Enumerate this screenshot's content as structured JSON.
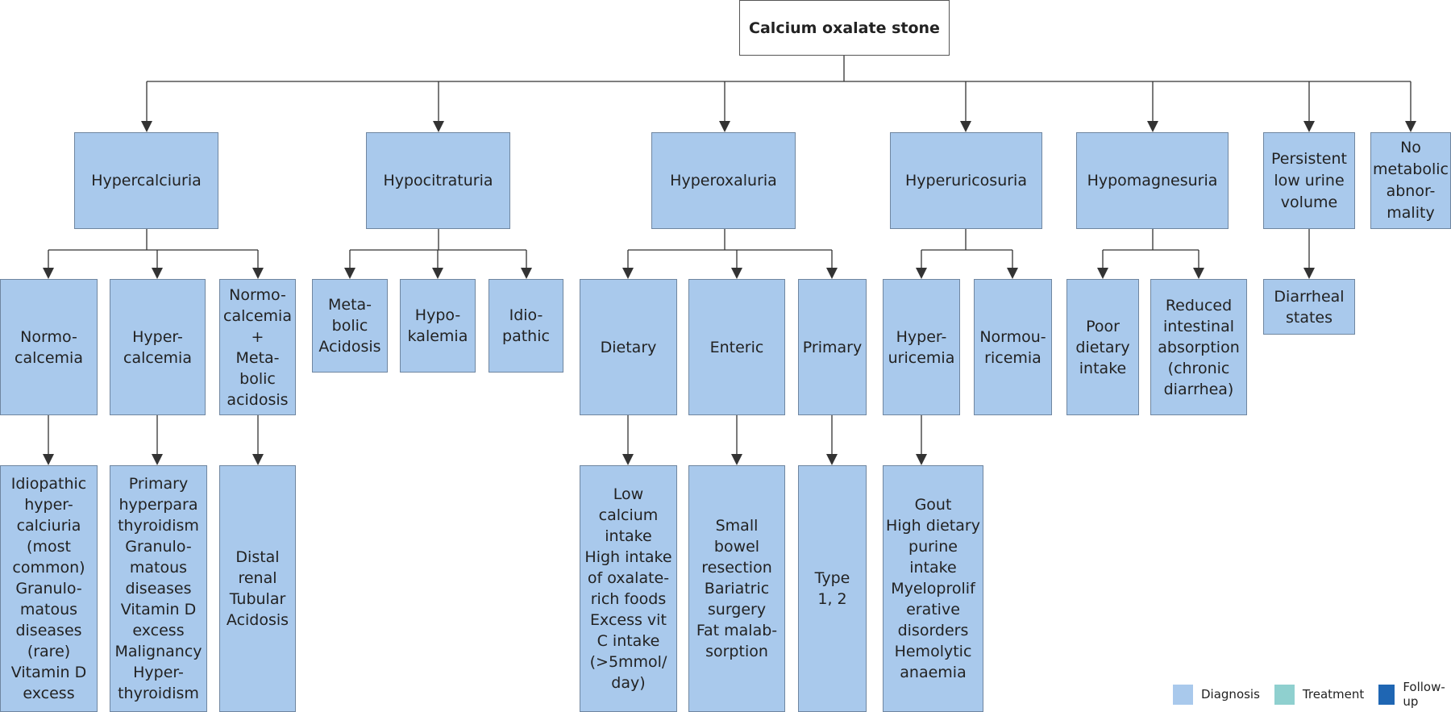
{
  "colors": {
    "diagnosis": "#a9c9ec",
    "treatment": "#8fd0cf",
    "follow_up": "#1f66b3",
    "edge": "#333333"
  },
  "root": "Calcium oxalate stone",
  "categories": {
    "hypercalciuria": "Hypercalciuria",
    "hypocitraturia": "Hypocitraturia",
    "hyperoxaluria": "Hyperoxaluria",
    "hyperuricosuria": "Hyperuricosuria",
    "hypomagnesuria": "Hypomagnesuria",
    "low_volume": "Persistent\nlow urine\nvolume",
    "no_abnormality": "No\nmetabolic\nabnor-\nmality"
  },
  "subtypes": {
    "normocalcemia": "Normo-\ncalcemia",
    "hypercalcemia": "Hyper-\ncalcemia",
    "normo_acidosis": "Normo-\ncalcemia\n+\nMeta-\nbolic\nacidosis",
    "metabolic_acidosis": "Meta-\nbolic\nAcidosis",
    "hypokalemia": "Hypo-\nkalemia",
    "idiopathic": "Idio-\npathic",
    "dietary": "Dietary",
    "enteric": "Enteric",
    "primary": "Primary",
    "hyperuricemia": "Hyper-\nuricemia",
    "normouricemia": "Normou-\nricemia",
    "poor_intake": "Poor\ndietary\nintake",
    "reduced_absorption": "Reduced\nintestinal\nabsorption\n(chronic\ndiarrhea)",
    "diarrheal": "Diarrheal\nstates"
  },
  "causes": {
    "normocalcemia": "Idiopathic\nhyper-\ncalciuria\n(most\ncommon)\nGranulo-\nmatous\ndiseases\n(rare)\nVitamin D\nexcess",
    "hypercalcemia": "Primary\nhyperpara\nthyroidism\nGranulo-\nmatous\ndiseases\nVitamin D\nexcess\nMalignancy\nHyper-\nthyroidism",
    "normo_acidosis": "Distal\nrenal\nTubular\nAcidosis",
    "dietary": "Low\ncalcium\nintake\nHigh intake\nof oxalate-\nrich foods\nExcess vit\nC intake\n(>5mmol/\nday)",
    "enteric": "Small bowel\nresection\nBariatric\nsurgery\nFat malab-\nsorption",
    "primary": "Type\n1, 2",
    "hyperuricemia": "Gout\nHigh dietary\npurine\nintake\nMyeloprolif\nerative\ndisorders\nHemolytic\nanaemia"
  },
  "legend": [
    {
      "label": "Diagnosis",
      "color": "#a9c9ec"
    },
    {
      "label": "Treatment",
      "color": "#8fd0cf"
    },
    {
      "label": "Follow-up",
      "color": "#1f66b3"
    }
  ]
}
